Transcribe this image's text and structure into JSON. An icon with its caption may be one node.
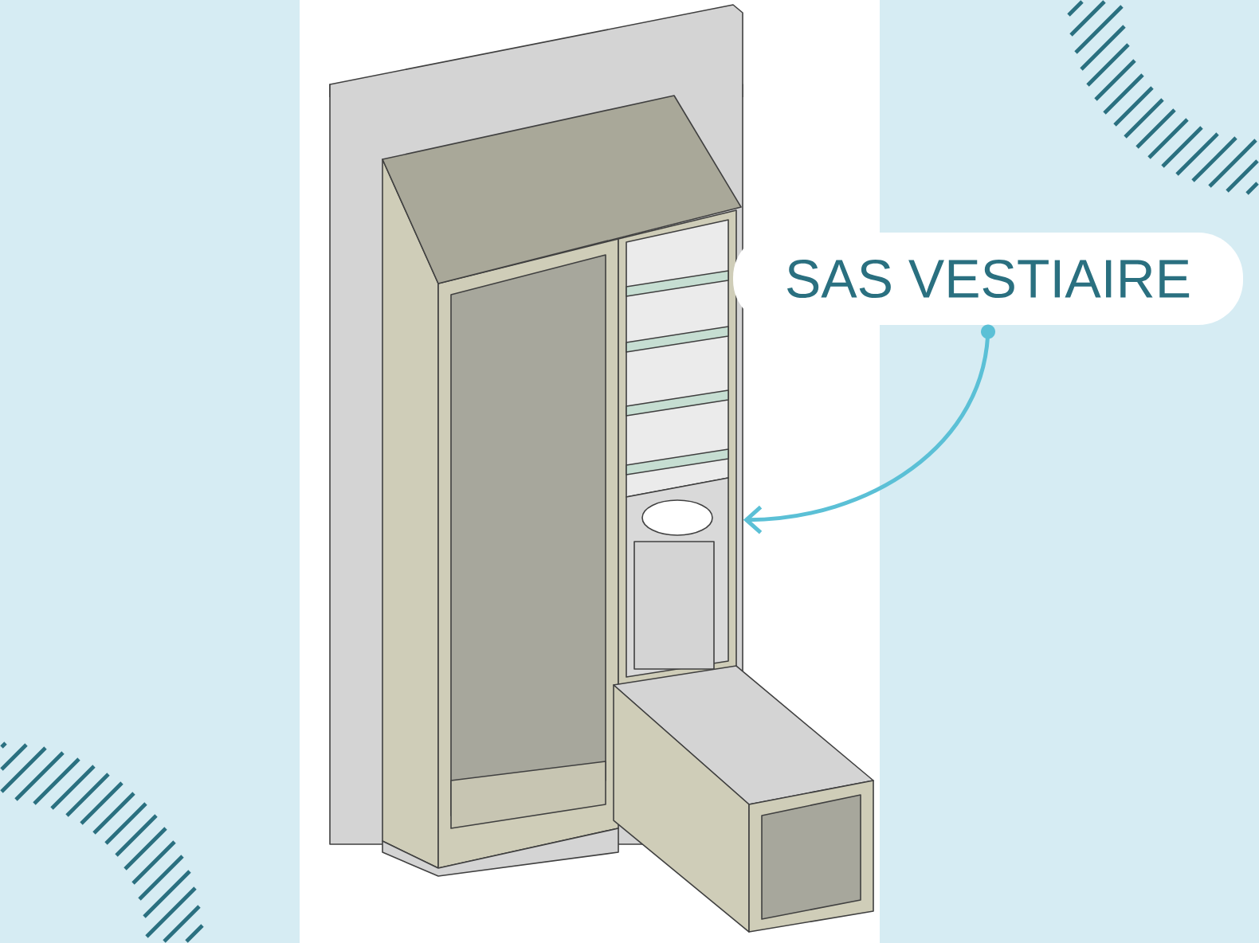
{
  "diagram": {
    "nodes": [
      {
        "text": [],
        "shape": "picture"
      },
      {
        "text": [
          "SAS VESTIAIRE"
        ]
      }
    ],
    "edges": [
      {
        "from": 1,
        "to": 0,
        "arrow": "to"
      }
    ]
  }
}
